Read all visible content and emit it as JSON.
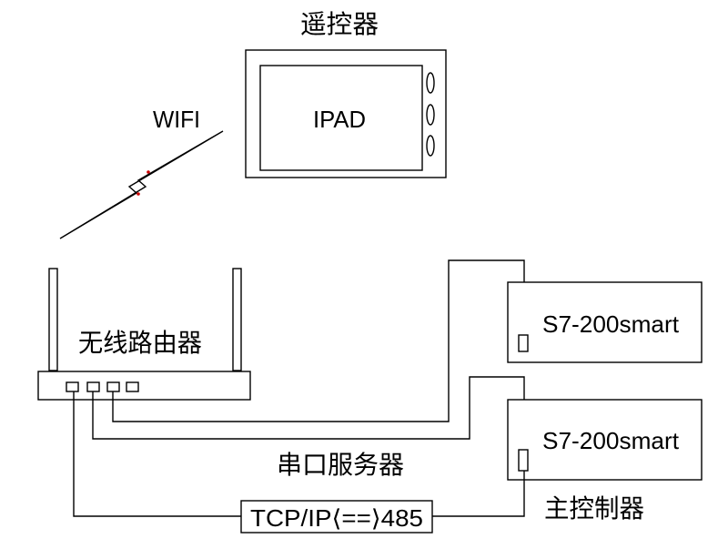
{
  "remote": {
    "title": "遥控器",
    "device_label": "IPAD"
  },
  "wireless": {
    "label": "WIFI"
  },
  "router": {
    "label": "无线路由器"
  },
  "plc_top": {
    "label": "S7-200smart"
  },
  "plc_bottom": {
    "label": "S7-200smart",
    "caption": "主控制器"
  },
  "serial_server": {
    "caption": "串口服务器",
    "protocol_label": "TCP/IP⟨==⟩485"
  },
  "colors": {
    "line": "#000000",
    "background": "#ffffff",
    "accent_dot": "#cc0000"
  }
}
